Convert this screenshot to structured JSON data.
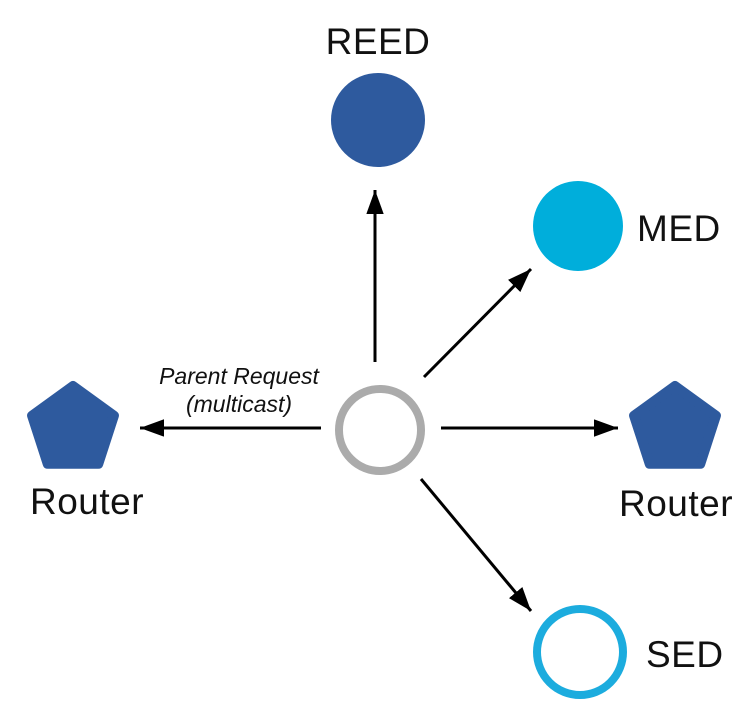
{
  "diagram": {
    "description": "Mesh network parent request multicast diagram",
    "annotation": {
      "line1": "Parent Request",
      "line2": "(multicast)"
    },
    "nodes": {
      "reed": {
        "label": "REED",
        "shape": "circle",
        "style": "filled"
      },
      "med": {
        "label": "MED",
        "shape": "circle",
        "style": "filled"
      },
      "router_left": {
        "label": "Router",
        "shape": "pentagon",
        "style": "filled"
      },
      "router_right": {
        "label": "Router",
        "shape": "pentagon",
        "style": "filled"
      },
      "sed": {
        "label": "SED",
        "shape": "circle",
        "style": "outline"
      },
      "joiner": {
        "label": "",
        "shape": "circle",
        "style": "outline-gray"
      }
    },
    "edges": [
      {
        "from": "joiner",
        "to": "reed"
      },
      {
        "from": "joiner",
        "to": "med"
      },
      {
        "from": "joiner",
        "to": "router_right"
      },
      {
        "from": "joiner",
        "to": "router_left",
        "label": "Parent Request (multicast)"
      },
      {
        "from": "joiner",
        "to": "sed"
      }
    ]
  },
  "colors": {
    "dark_blue": "#2E5A9E",
    "cyan": "#00AEDB",
    "sed_cyan": "#1CACDE",
    "gray": "#ABABAB",
    "white": "#FFFFFF",
    "arrow": "#000000"
  }
}
